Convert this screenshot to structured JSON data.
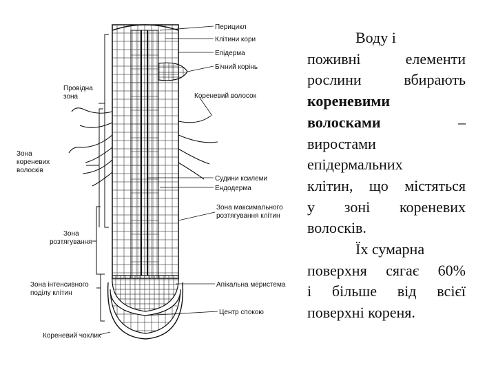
{
  "diagram": {
    "labels": {
      "pericycle": "Перицикл",
      "root_cells": "Клітини кори",
      "epidermis": "Епідерма",
      "lateral_root": "Бічний корінь",
      "conducting_zone_1": "Провідна",
      "conducting_zone_2": "зона",
      "root_hair": "Кореневий волосок",
      "hair_zone_1": "Зона",
      "hair_zone_2": "кореневих",
      "hair_zone_3": "волосків",
      "xylem_vessels": "Судини ксилеми",
      "endodermis": "Ендодерма",
      "max_elong_1": "Зона максимального",
      "max_elong_2": "розтягування клітин",
      "elong_zone_1": "Зона",
      "elong_zone_2": "розтягування",
      "division_zone_1": "Зона інтенсивного",
      "division_zone_2": "поділу клітин",
      "apical_meristem": "Апікальна меристема",
      "quiescent_center": "Центр спокою",
      "root_cap": "Кореневий чохлик"
    }
  },
  "text": {
    "p1_indent": "Воду і",
    "p1_l2": "поживні елементи",
    "p1_l3": "рослини вбирають",
    "p1_bold1": "кореневими",
    "p1_bold2": "волосками",
    "p1_dash": " –",
    "p1_l6": "виростами",
    "p1_l7": "епідермальних",
    "p1_l8": "клітин, що містяться",
    "p1_l9": "у зоні кореневих",
    "p1_l10": "волосків.",
    "p2_indent": "Їх сумарна",
    "p2_l2": "поверхня сягає 60%",
    "p2_l3": "і більше від всієї",
    "p2_l4": "поверхні кореня."
  }
}
